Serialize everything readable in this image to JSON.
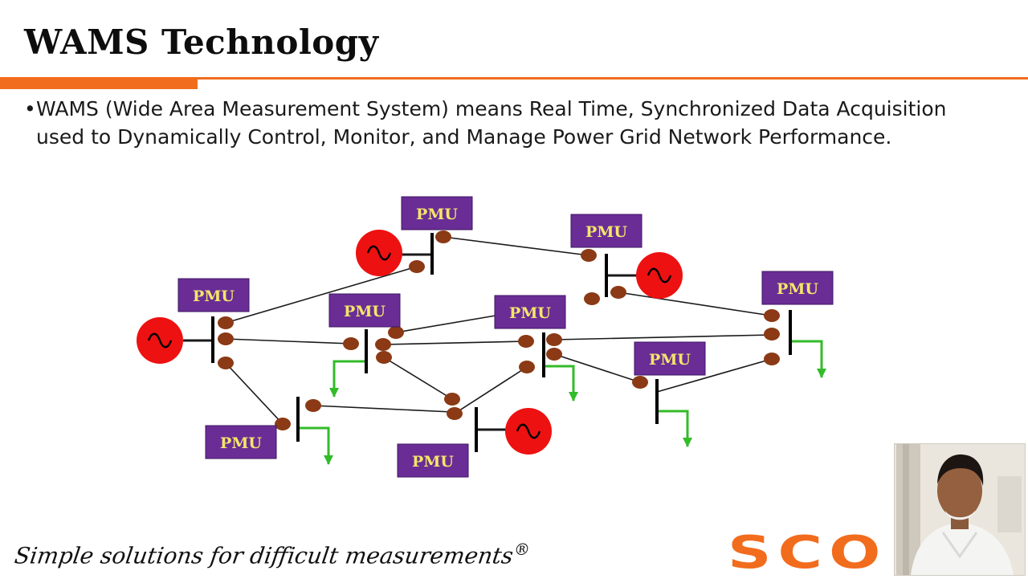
{
  "slide": {
    "title": "WAMS Technology",
    "bullet_mark": "•",
    "bullet_line1": "WAMS (Wide Area Measurement System) means Real Time, Synchronized Data Acquisition",
    "bullet_line2": "used to Dynamically Control, Monitor, and Manage Power Grid Network Performance.",
    "tagline": "Simple solutions for difficult measurements",
    "registered_mark": "®",
    "brand_text": "SCO",
    "accent_color": "#f26c1d"
  },
  "diagram": {
    "pmu_label": "PMU",
    "generator_symbol": "~",
    "colors": {
      "pmu_box": "#6a2d96",
      "pmu_text": "#f3e66a",
      "generator": "#ee1111",
      "breaker": "#8b3a15",
      "load_arrow": "#33bb2a",
      "line": "#1a1a1a"
    }
  },
  "webcam": {
    "icon": "presenter-video-feed"
  }
}
